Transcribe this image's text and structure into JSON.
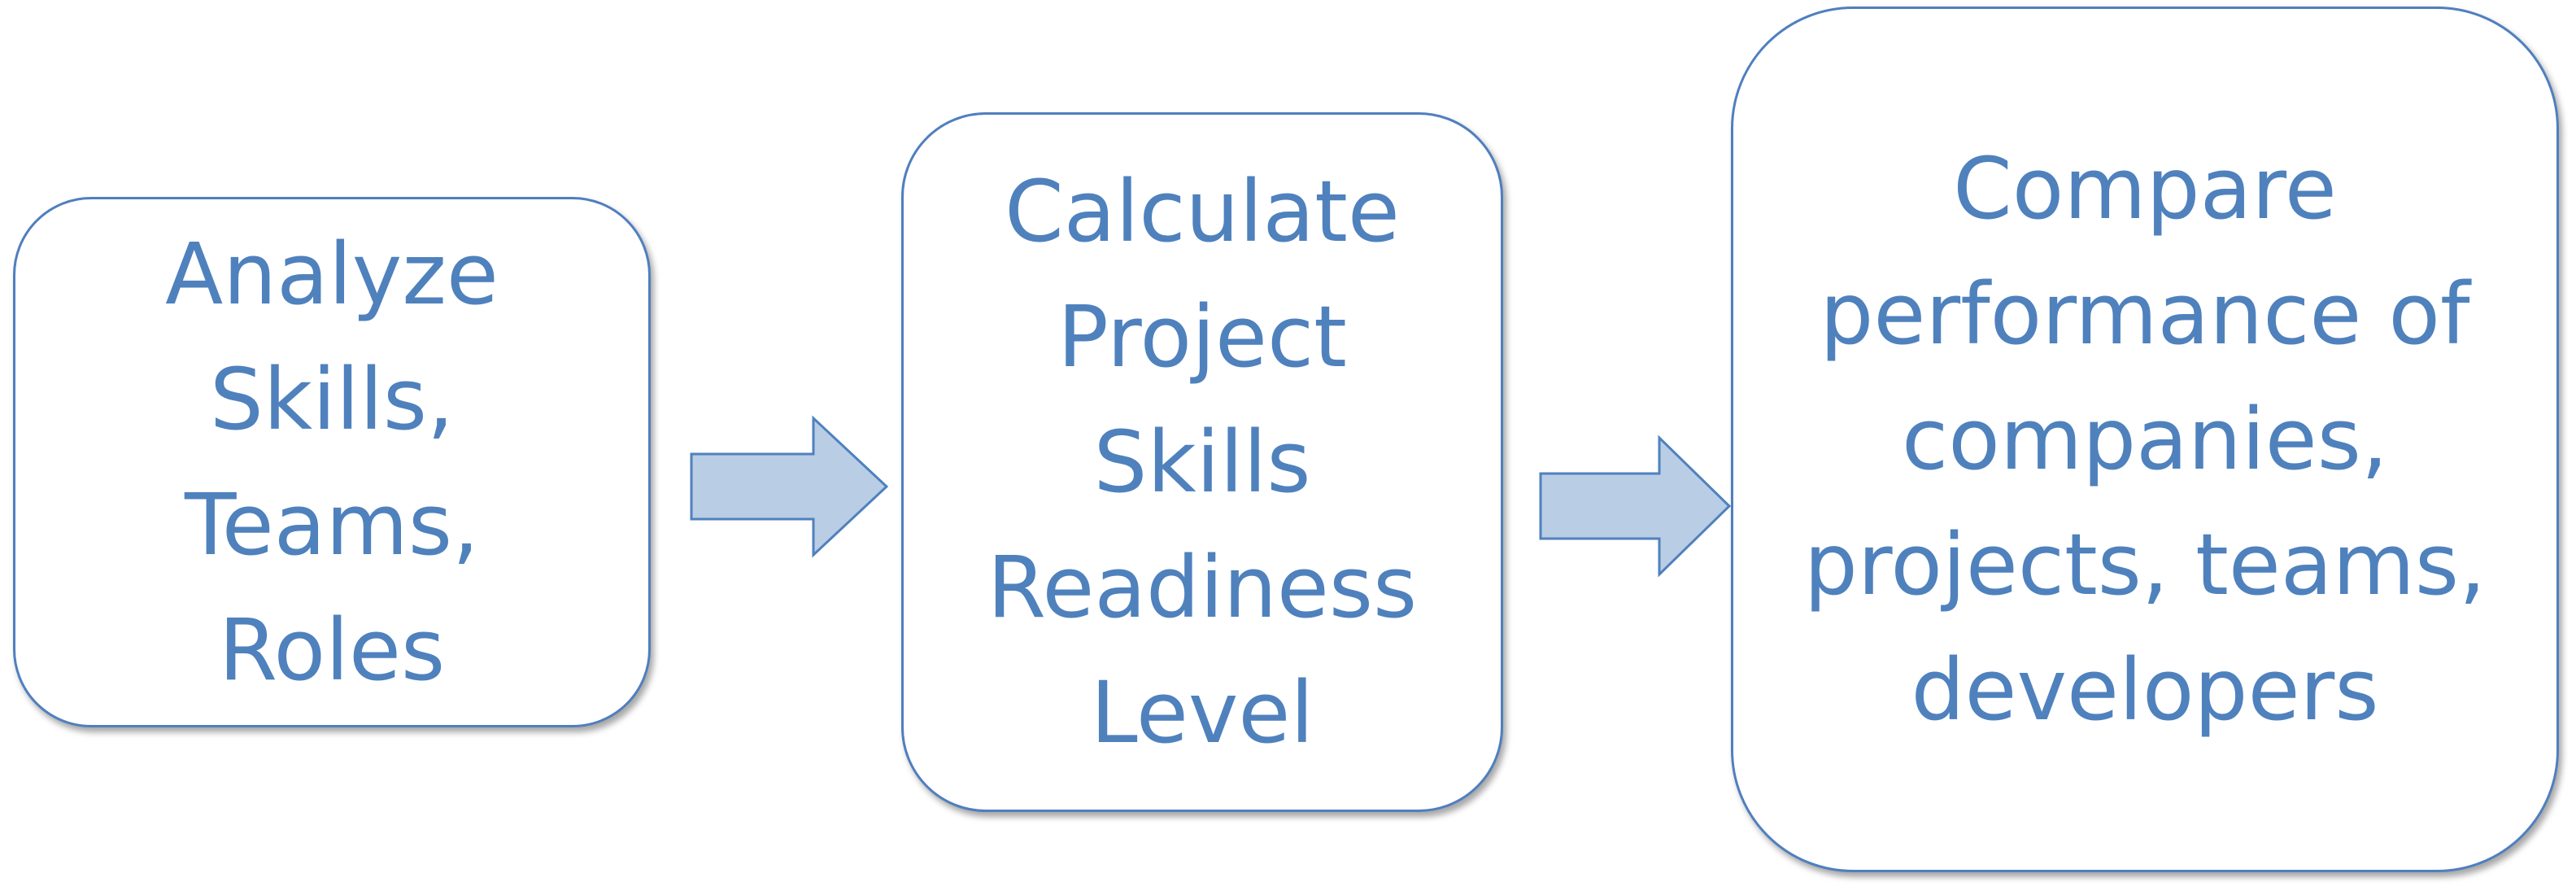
{
  "diagram": {
    "steps": [
      {
        "lines": [
          "Analyze",
          "Skills,",
          "Teams,",
          "Roles"
        ]
      },
      {
        "lines": [
          "Calculate",
          "Project",
          "Skills",
          "Readiness",
          "Level"
        ]
      },
      {
        "lines": [
          "Compare",
          "performance of",
          "companies,",
          "projects, teams,",
          "developers"
        ]
      }
    ],
    "colors": {
      "text": "#4f81bd",
      "border": "#4f7fbf",
      "arrow_fill": "#b9cde5",
      "arrow_stroke": "#4f81bd"
    }
  }
}
